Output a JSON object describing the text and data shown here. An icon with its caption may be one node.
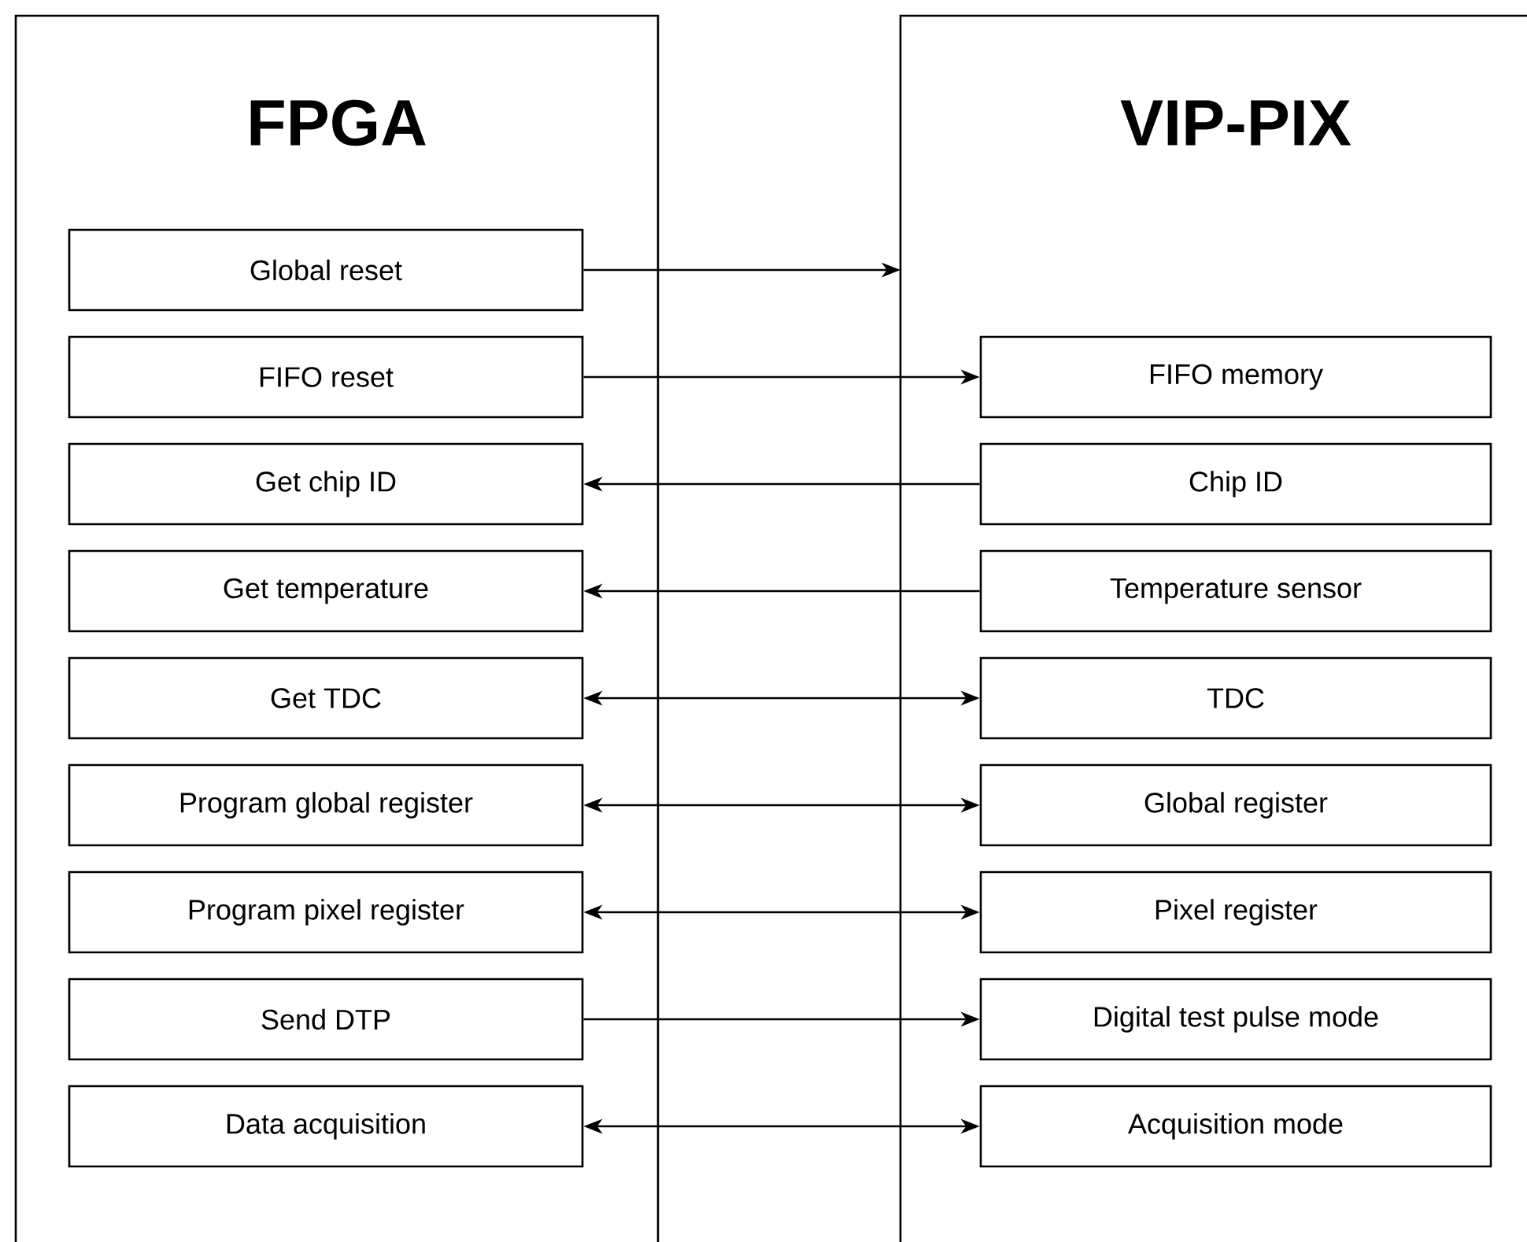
{
  "diagram": {
    "nodes": [
      {
        "text": [
          "FPGA"
        ]
      },
      {
        "text": [
          "Global reset"
        ],
        "in": 0
      },
      {
        "text": [
          "FIFO reset"
        ],
        "in": 0
      },
      {
        "text": [
          "Get chip ID"
        ],
        "in": 0
      },
      {
        "text": [
          "Get temperature"
        ],
        "in": 0
      },
      {
        "text": [
          "Get TDC"
        ],
        "in": 0
      },
      {
        "text": [
          "Program global register"
        ],
        "in": 0
      },
      {
        "text": [
          "Program pixel register"
        ],
        "in": 0
      },
      {
        "text": [
          "Send DTP"
        ],
        "in": 0
      },
      {
        "text": [
          "Data acquisition"
        ],
        "in": 0
      },
      {
        "text": [
          "VIP-PIX"
        ]
      },
      {
        "text": [
          "FIFO memory"
        ],
        "in": 10
      },
      {
        "text": [
          "Chip ID"
        ],
        "in": 10
      },
      {
        "text": [
          "Temperature sensor"
        ],
        "in": 10
      },
      {
        "text": [
          "TDC"
        ],
        "in": 10
      },
      {
        "text": [
          "Global register"
        ],
        "in": 10
      },
      {
        "text": [
          "Pixel register"
        ],
        "in": 10
      },
      {
        "text": [
          "Digital test pulse mode"
        ],
        "in": 10
      },
      {
        "text": [
          "Acquisition mode"
        ],
        "in": 10
      }
    ],
    "edges": [
      {
        "from": 1,
        "to": 10,
        "arrow": "to"
      },
      {
        "from": 2,
        "to": 11,
        "arrow": "to"
      },
      {
        "from": 12,
        "to": 3,
        "arrow": "to"
      },
      {
        "from": 13,
        "to": 4,
        "arrow": "to"
      },
      {
        "from": 5,
        "to": 14,
        "arrow": "both"
      },
      {
        "from": 6,
        "to": 15,
        "arrow": "both"
      },
      {
        "from": 7,
        "to": 16,
        "arrow": "both"
      },
      {
        "from": 8,
        "to": 17,
        "arrow": "to"
      },
      {
        "from": 9,
        "to": 18,
        "arrow": "both"
      }
    ]
  }
}
